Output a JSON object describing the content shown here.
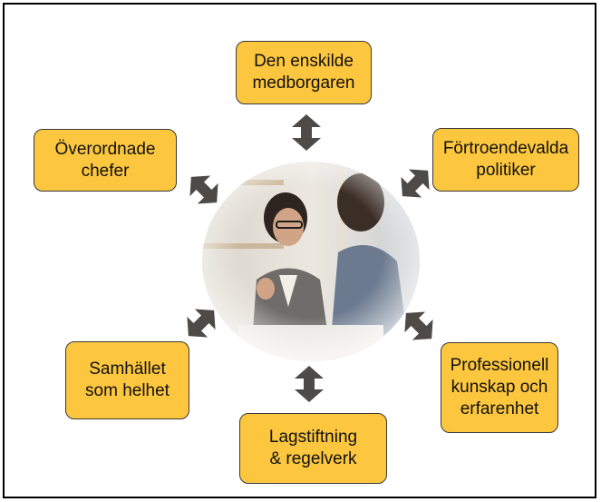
{
  "diagram": {
    "boxes": {
      "top": "Den enskilde\nmedborgaren",
      "top_left": "Överordnade\nchefer",
      "top_right": "Förtroendevalda\npolitiker",
      "bottom_left": "Samhället\nsom helhet",
      "bottom_right": "Professionell\nkunskap och\nerfarenhet",
      "bottom": "Lagstiftning\n& regelverk"
    },
    "center_image": "two-people-meeting-photo",
    "colors": {
      "box_fill": "#fcc63f",
      "box_border": "#3a3a3a",
      "arrow": "#4d4a47"
    }
  }
}
